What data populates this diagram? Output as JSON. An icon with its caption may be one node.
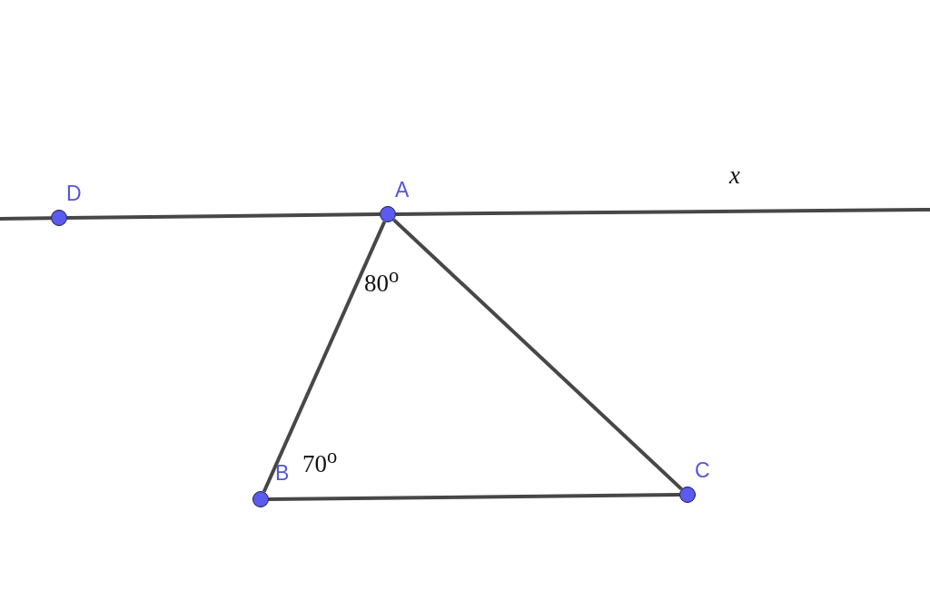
{
  "diagram": {
    "nodes": [
      {
        "text": [
          "D"
        ]
      },
      {
        "text": [
          "A"
        ]
      },
      {
        "text": [
          "B"
        ]
      },
      {
        "text": [
          "C"
        ]
      }
    ],
    "edges": [
      {
        "from": null,
        "to": 0,
        "arrow": "none"
      },
      {
        "from": 0,
        "to": 1,
        "arrow": "none"
      },
      {
        "from": 1,
        "to": null,
        "arrow": "none"
      },
      {
        "from": 1,
        "to": 2,
        "arrow": "none"
      },
      {
        "from": 1,
        "to": 3,
        "arrow": "none"
      },
      {
        "from": 2,
        "to": 3,
        "arrow": "none"
      }
    ],
    "labels": [
      "x",
      "80$^{o}$",
      "70$^{o}$"
    ]
  }
}
